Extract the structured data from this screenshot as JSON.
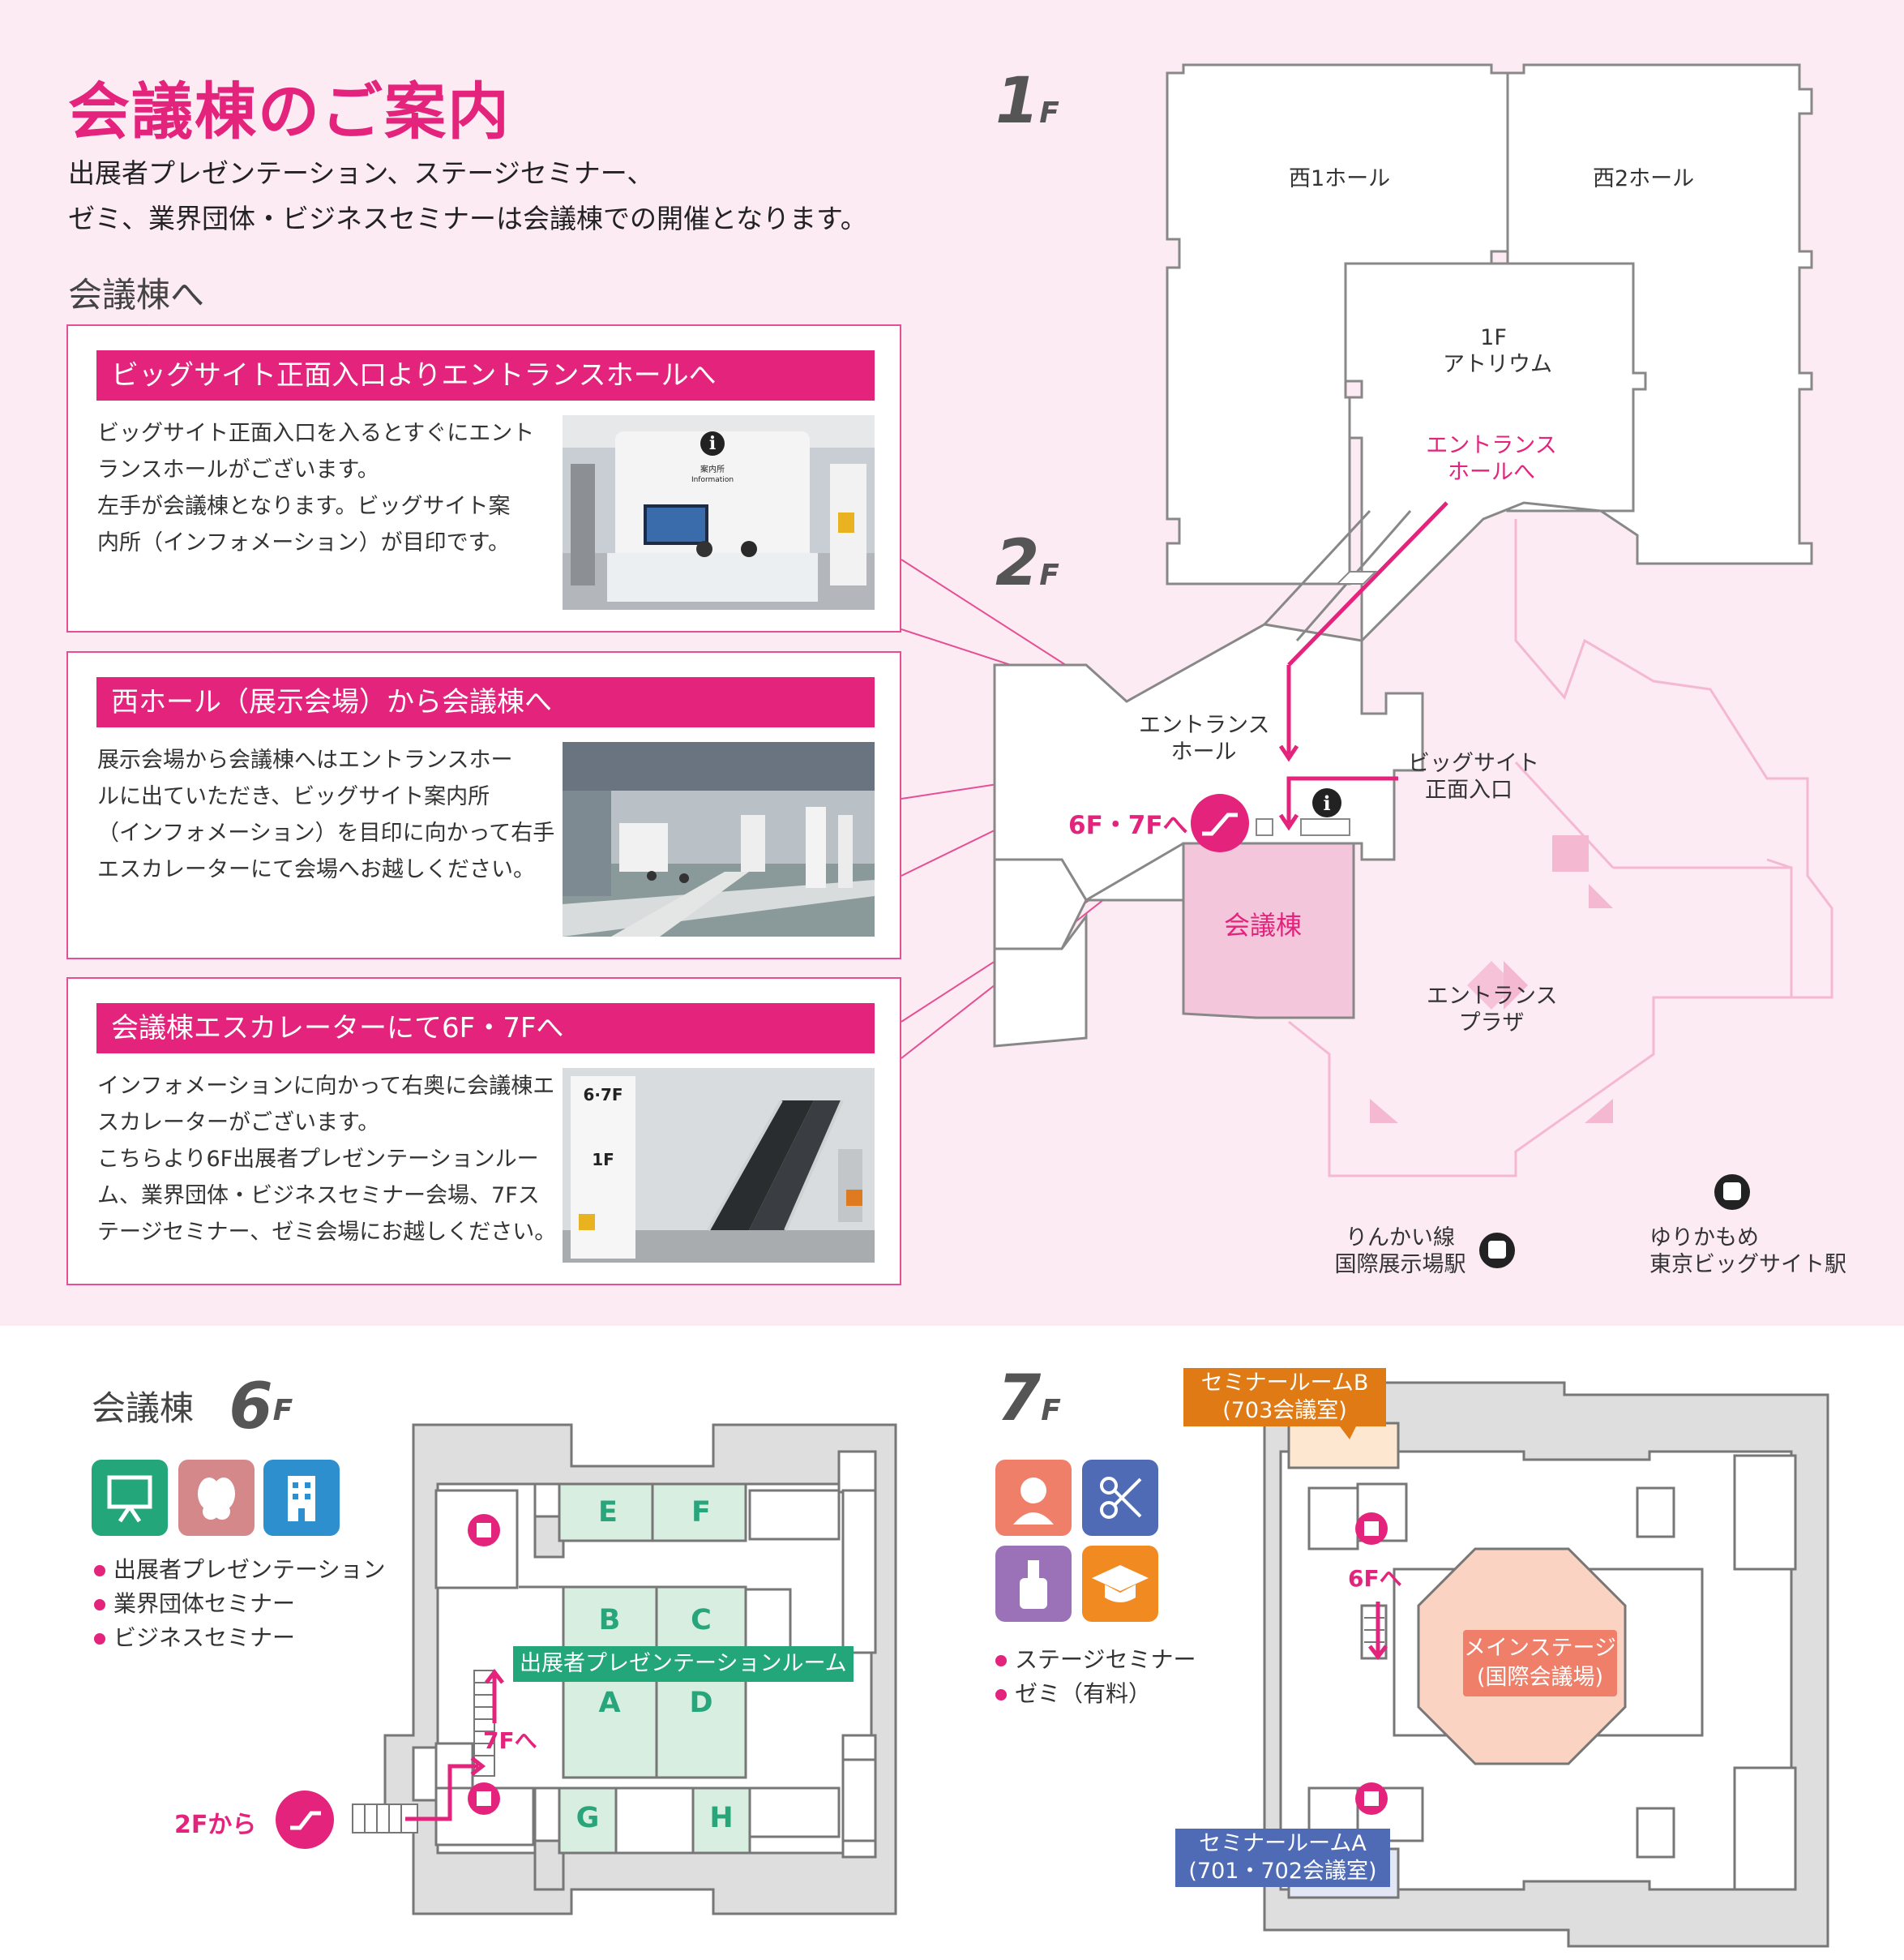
{
  "header": {
    "title": "会議棟のご案内",
    "lead_line1": "出展者プレゼンテーション、ステージセミナー、",
    "lead_line2": "ゼミ、業界団体・ビジネスセミナーは会議棟での開催となります。",
    "section": "会議棟へ"
  },
  "steps": [
    {
      "heading": "ビッグサイト正面入口よりエントランスホールへ",
      "lines": [
        "ビッグサイト正面入口を入るとすぐにエント",
        "ランスホールがございます。",
        "左手が会議棟となります。ビッグサイト案",
        "内所（インフォメーション）が目印です。"
      ],
      "photo_sign": "案内所",
      "photo_sign_en": "Information"
    },
    {
      "heading": "西ホール（展示会場）から会議棟へ",
      "lines": [
        "展示会場から会議棟へはエントランスホー",
        "ルに出ていただき、ビッグサイト案内所",
        "（インフォメーション）を目印に向かって右手",
        "エスカレーターにて会場へお越しください。"
      ]
    },
    {
      "heading": "会議棟エスカレーターにて6F・7Fへ",
      "lines": [
        "インフォメーションに向かって右奥に会議棟エ",
        "スカレーターがございます。",
        "こちらより6F出展者プレゼンテーションルー",
        "ム、業界団体・ビジネスセミナー会場、7Fス",
        "テージセミナー、ゼミ会場にお越しください。"
      ],
      "photo_sign_top": "6·7F",
      "photo_sign_bottom": "1F"
    }
  ],
  "floor_map": {
    "label_1f": "1",
    "label_1f_unit": "F",
    "label_2f": "2",
    "label_2f_unit": "F",
    "west1": "西1ホール",
    "west2": "西2ホール",
    "atrium_1": "1F",
    "atrium_2": "アトリウム",
    "to_entrance_1": "エントランス",
    "to_entrance_2": "ホールへ",
    "entrance_hall_1": "エントランス",
    "entrance_hall_2": "ホール",
    "main_entrance_1": "ビッグサイト",
    "main_entrance_2": "正面入口",
    "to_6f7f": "6F・7Fへ",
    "conference": "会議棟",
    "plaza_1": "エントランス",
    "plaza_2": "プラザ",
    "rinkai_1": "りんかい線",
    "rinkai_2": "国際展示場駅",
    "yuri_1": "ゆりかもめ",
    "yuri_2": "東京ビッグサイト駅",
    "info_glyph": "i"
  },
  "floor6": {
    "title": "会議棟",
    "floor_num": "6",
    "floor_unit": "F",
    "legend": [
      "出展者プレゼンテーション",
      "業界団体セミナー",
      "ビジネスセミナー"
    ],
    "rooms": [
      "E",
      "F",
      "B",
      "C",
      "A",
      "D",
      "G",
      "H"
    ],
    "room_group_label": "出展者プレゼンテーションルーム",
    "to_7f": "7Fへ",
    "from_2f": "2Fから",
    "colors": {
      "green": "#23a67a",
      "rose": "#d4888a",
      "blue": "#2e8fce"
    }
  },
  "floor7": {
    "floor_num": "7",
    "floor_unit": "F",
    "legend": [
      "ステージセミナー",
      "ゼミ（有料）"
    ],
    "room_b_1": "セミナールームB",
    "room_b_2": "(703会議室)",
    "room_a_1": "セミナールームA",
    "room_a_2": "(701・702会議室)",
    "main_1": "メインステージ",
    "main_2": "(国際会議場)",
    "to_6f": "6Fへ",
    "colors": {
      "orange": "#f18a21",
      "blue_room": "#4f6bb5",
      "main": "#f07f6a"
    }
  },
  "colors": {
    "accent": "#e3237c",
    "bg": "#fcebf2"
  }
}
